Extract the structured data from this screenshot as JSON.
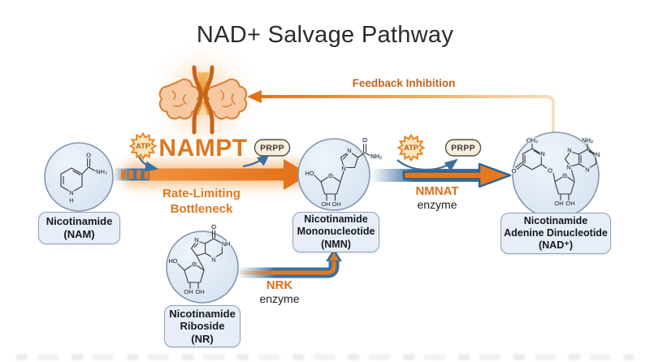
{
  "title": "NAD+ Salvage Pathway",
  "feedback_label": "Feedback Inhibition",
  "nodes": {
    "nam": {
      "label_lines": [
        "Nicotinamide",
        "(NAM)"
      ]
    },
    "nmn": {
      "label_lines": [
        "Nicotinamide",
        "Mononucleotide",
        "(NMN)"
      ]
    },
    "nr": {
      "label_lines": [
        "Nicotinamide",
        "Riboside",
        "(NR)"
      ]
    },
    "nad": {
      "label_lines": [
        "Nicotinamide",
        "Adenine Dinucleotide",
        "(NAD⁺)"
      ]
    }
  },
  "enzymes": {
    "nampt": {
      "name": "NAMPT",
      "note_lines": [
        "Rate-Limiting",
        "Bottleneck"
      ]
    },
    "nmnat": {
      "name": "NMNAT",
      "note": "enzyme"
    },
    "nrk": {
      "name": "NRK",
      "note": "enzyme"
    }
  },
  "cofactors": {
    "atp": "ATP",
    "prpp": "PRPP"
  },
  "structures": {
    "nam": [
      "O",
      "NH₂",
      "N",
      "H"
    ],
    "nmn": [
      "HO",
      "O",
      "NH₂",
      "N",
      "N",
      "O",
      "OH",
      "OH"
    ],
    "nr": [
      "HO",
      "O",
      "N",
      "NH",
      "N",
      "O",
      "OH",
      "OH"
    ],
    "nad": [
      "OH₃",
      "N",
      "O",
      "O",
      "O",
      "NH₂",
      "N",
      "N",
      "N",
      "N",
      "OH",
      "OH"
    ]
  },
  "colors": {
    "accent_orange": "#E4791F",
    "deep_orange": "#C8641A",
    "steel_blue": "#3C6F9D",
    "node_fill": "#DFE9F5",
    "node_border": "#8496AB",
    "pill_fill": "#F8EEDC",
    "burst_fill": "#FBE4BC"
  }
}
